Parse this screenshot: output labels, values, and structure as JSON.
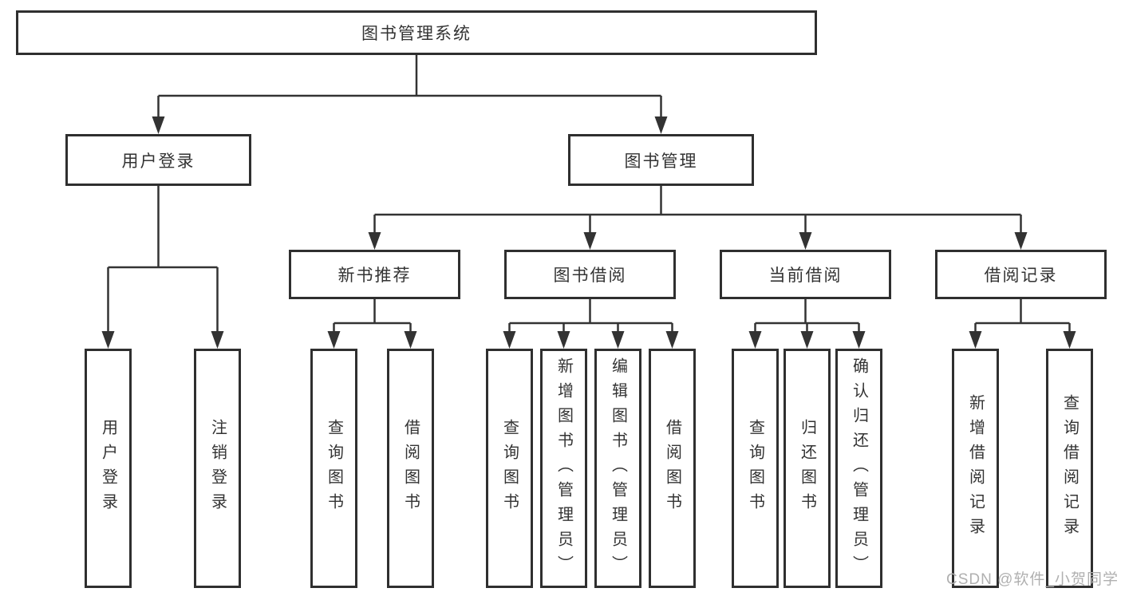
{
  "diagram": {
    "root": {
      "label": "图书管理系统"
    },
    "level2": [
      {
        "label": "用户登录"
      },
      {
        "label": "图书管理"
      }
    ],
    "level3": [
      {
        "label": "新书推荐"
      },
      {
        "label": "图书借阅"
      },
      {
        "label": "当前借阅"
      },
      {
        "label": "借阅记录"
      }
    ],
    "level4": [
      {
        "label": "用户登录"
      },
      {
        "label": "注销登录"
      },
      {
        "label": "查询图书"
      },
      {
        "label": "借阅图书"
      },
      {
        "label": "查询图书"
      },
      {
        "label": "新增图书（管理员）"
      },
      {
        "label": "编辑图书（管理员）"
      },
      {
        "label": "借阅图书"
      },
      {
        "label": "查询图书"
      },
      {
        "label": "归还图书"
      },
      {
        "label": "确认归还（管理员）"
      },
      {
        "label": "新增借阅记录"
      },
      {
        "label": "查询借阅记录"
      }
    ],
    "watermark": "CSDN @软件_小贺同学",
    "colors": {
      "line": "#333333",
      "text": "#333333",
      "background": "#ffffff",
      "watermark": "#b0b0b0"
    }
  }
}
